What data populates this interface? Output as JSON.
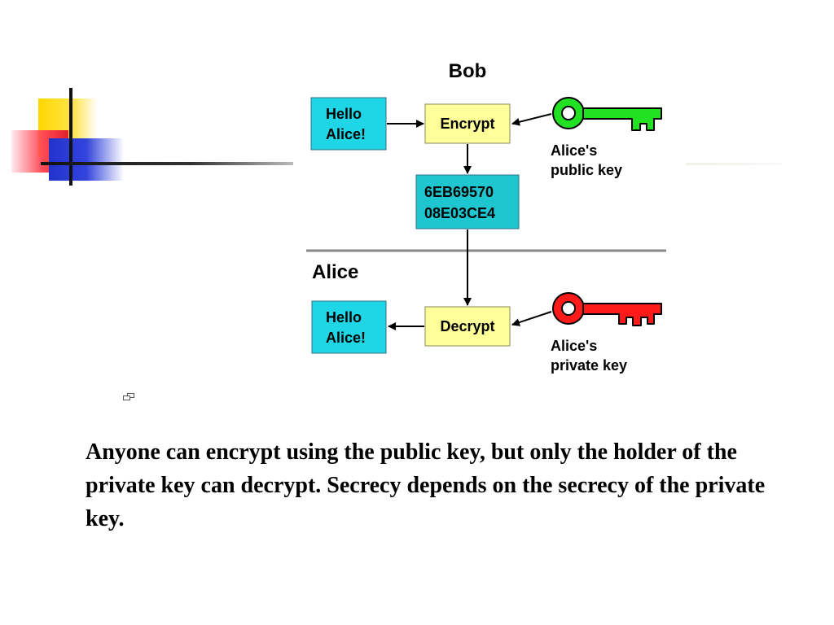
{
  "diagram": {
    "top_party": "Bob",
    "bottom_party": "Alice",
    "plaintext_top": [
      "Hello",
      "Alice!"
    ],
    "plaintext_bottom": [
      "Hello",
      "Alice!"
    ],
    "encrypt_label": "Encrypt",
    "decrypt_label": "Decrypt",
    "ciphertext": [
      "6EB69570",
      "08E03CE4"
    ],
    "public_key_label": [
      "Alice's",
      "public key"
    ],
    "private_key_label": [
      "Alice's",
      "private key"
    ],
    "colors": {
      "message_box": "#1fd6e6",
      "process_box": "#ffff99",
      "cipher_box": "#1ec7cf",
      "public_key": "#22e022",
      "private_key": "#ff1a1a"
    }
  },
  "caption": "Anyone can encrypt using the public key, but only the holder of the private key can decrypt. Secrecy depends on the secrecy of the private key."
}
